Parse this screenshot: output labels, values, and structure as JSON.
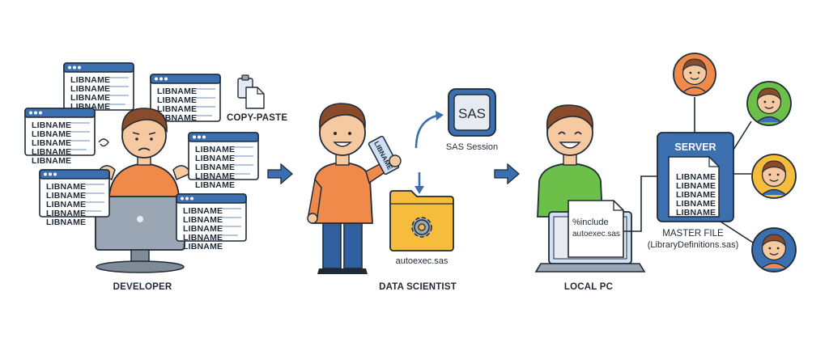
{
  "colors": {
    "outline": "#1f2a36",
    "blue": "#3b6fb0",
    "blue_light": "#cfe0f4",
    "orange_shirt": "#f08a4b",
    "green_shirt": "#6cc04a",
    "folder": "#f6bc3c",
    "skin": "#f6c9a0",
    "hair": "#8a4b2a"
  },
  "developer": {
    "label": "DEVELOPER",
    "copy_paste_label": "COPY-PASTE",
    "libname": "LIBNAME",
    "icons": [
      "code-window-icon",
      "copy-paste-icon",
      "monitor-icon"
    ]
  },
  "data_scientist": {
    "label": "DATA SCIENTIST",
    "sas_logo": "SAS",
    "sas_session_label": "SAS Session",
    "card_text": "LIBNAME",
    "folder_label": "autoexec.sas",
    "icons": [
      "sas-icon",
      "folder-icon",
      "gear-icon",
      "arrow-icon"
    ]
  },
  "local_pc": {
    "label": "LOCAL PC",
    "doc_line1": "%include",
    "doc_line2": "autoexec.sas",
    "icons": [
      "laptop-icon",
      "document-icon"
    ]
  },
  "server": {
    "title": "SERVER",
    "libname": "LIBNAME",
    "master_label": "MASTER FILE",
    "master_sub": "(LibraryDefinitions.sas)",
    "icons": [
      "server-icon",
      "document-icon",
      "user-avatar-icon"
    ]
  }
}
